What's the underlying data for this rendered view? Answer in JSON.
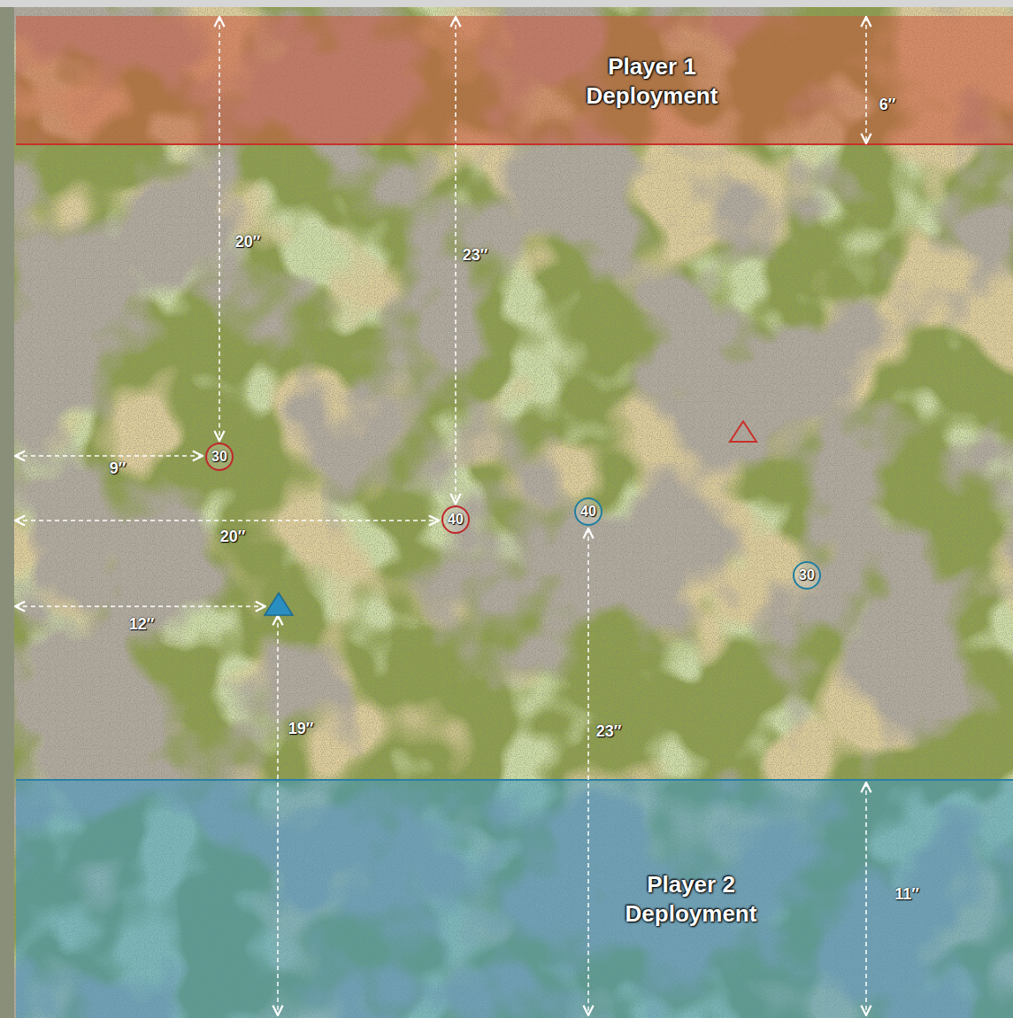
{
  "diagram": {
    "nodes": [
      {
        "text": [
          "Player 1 Deployment"
        ]
      },
      {
        "text": [
          "30"
        ]
      },
      {
        "text": [
          "40"
        ]
      },
      {
        "text": [
          "40"
        ]
      },
      {
        "text": [
          "30"
        ]
      },
      {
        "text": [
          "Player 2 Deployment"
        ]
      }
    ],
    "labels": [
      "6″",
      "20″",
      "23″",
      "9″",
      "20″",
      "12″",
      "19″",
      "23″",
      "11″"
    ]
  }
}
